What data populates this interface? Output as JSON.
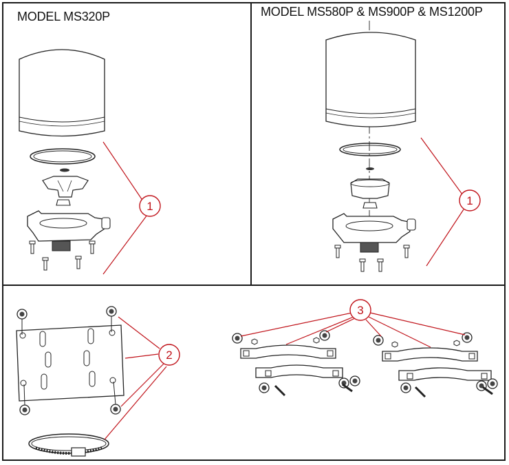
{
  "titles": {
    "left": "MODEL MS320P",
    "right": "MODEL MS580P & MS900P & MS1200P"
  },
  "callouts": [
    {
      "id": "callout-1-left",
      "label": "1"
    },
    {
      "id": "callout-1-right",
      "label": "1"
    },
    {
      "id": "callout-2",
      "label": "2"
    },
    {
      "id": "callout-3",
      "label": "3"
    }
  ],
  "colors": {
    "callout": "#c0131a",
    "line": "#1a1a1a"
  }
}
